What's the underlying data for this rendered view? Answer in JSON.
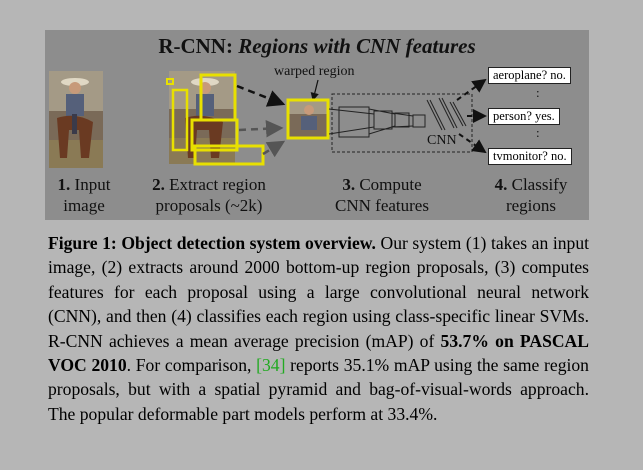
{
  "figure": {
    "title_bold": "R-CNN:",
    "title_italic": "Regions with CNN features",
    "warped_region_label": "warped region",
    "cnn_label": "CNN",
    "classes": [
      {
        "name": "aeroplane? no."
      },
      {
        "name": "person? yes."
      },
      {
        "name": "tvmonitor? no."
      }
    ],
    "ellipsis": ":",
    "steps": [
      {
        "num": "1.",
        "line1": "Input",
        "line2": "image"
      },
      {
        "num": "2.",
        "line1": "Extract region",
        "line2": "proposals (~2k)"
      },
      {
        "num": "3.",
        "line1": "Compute",
        "line2": "CNN features"
      },
      {
        "num": "4.",
        "line1": "Classify",
        "line2": "regions"
      }
    ],
    "colors": {
      "proposal_box": "#e8e000",
      "panel": "#8d8d8d",
      "background": "#b6b6b6"
    }
  },
  "caption": {
    "label": "Figure 1:",
    "heading": "Object detection system overview.",
    "text1": "Our system (1) takes an input image, (2) extracts around 2000 bottom-up region proposals, (3) computes features for each proposal using a large convolutional neural network (CNN), and then (4) classifies each region using class-specific linear SVMs. R-CNN achieves a mean average precision (mAP) of",
    "map_value": "53.7%",
    "map_dataset": "on PASCAL VOC 2010",
    "text2": ". For comparison,",
    "citation": "[34]",
    "text3": "reports 35.1% mAP using the same region proposals, but with a spatial pyramid and bag-of-visual-words approach. The popular deformable part models perform at 33.4%.",
    "link_color": "#22aa22"
  }
}
